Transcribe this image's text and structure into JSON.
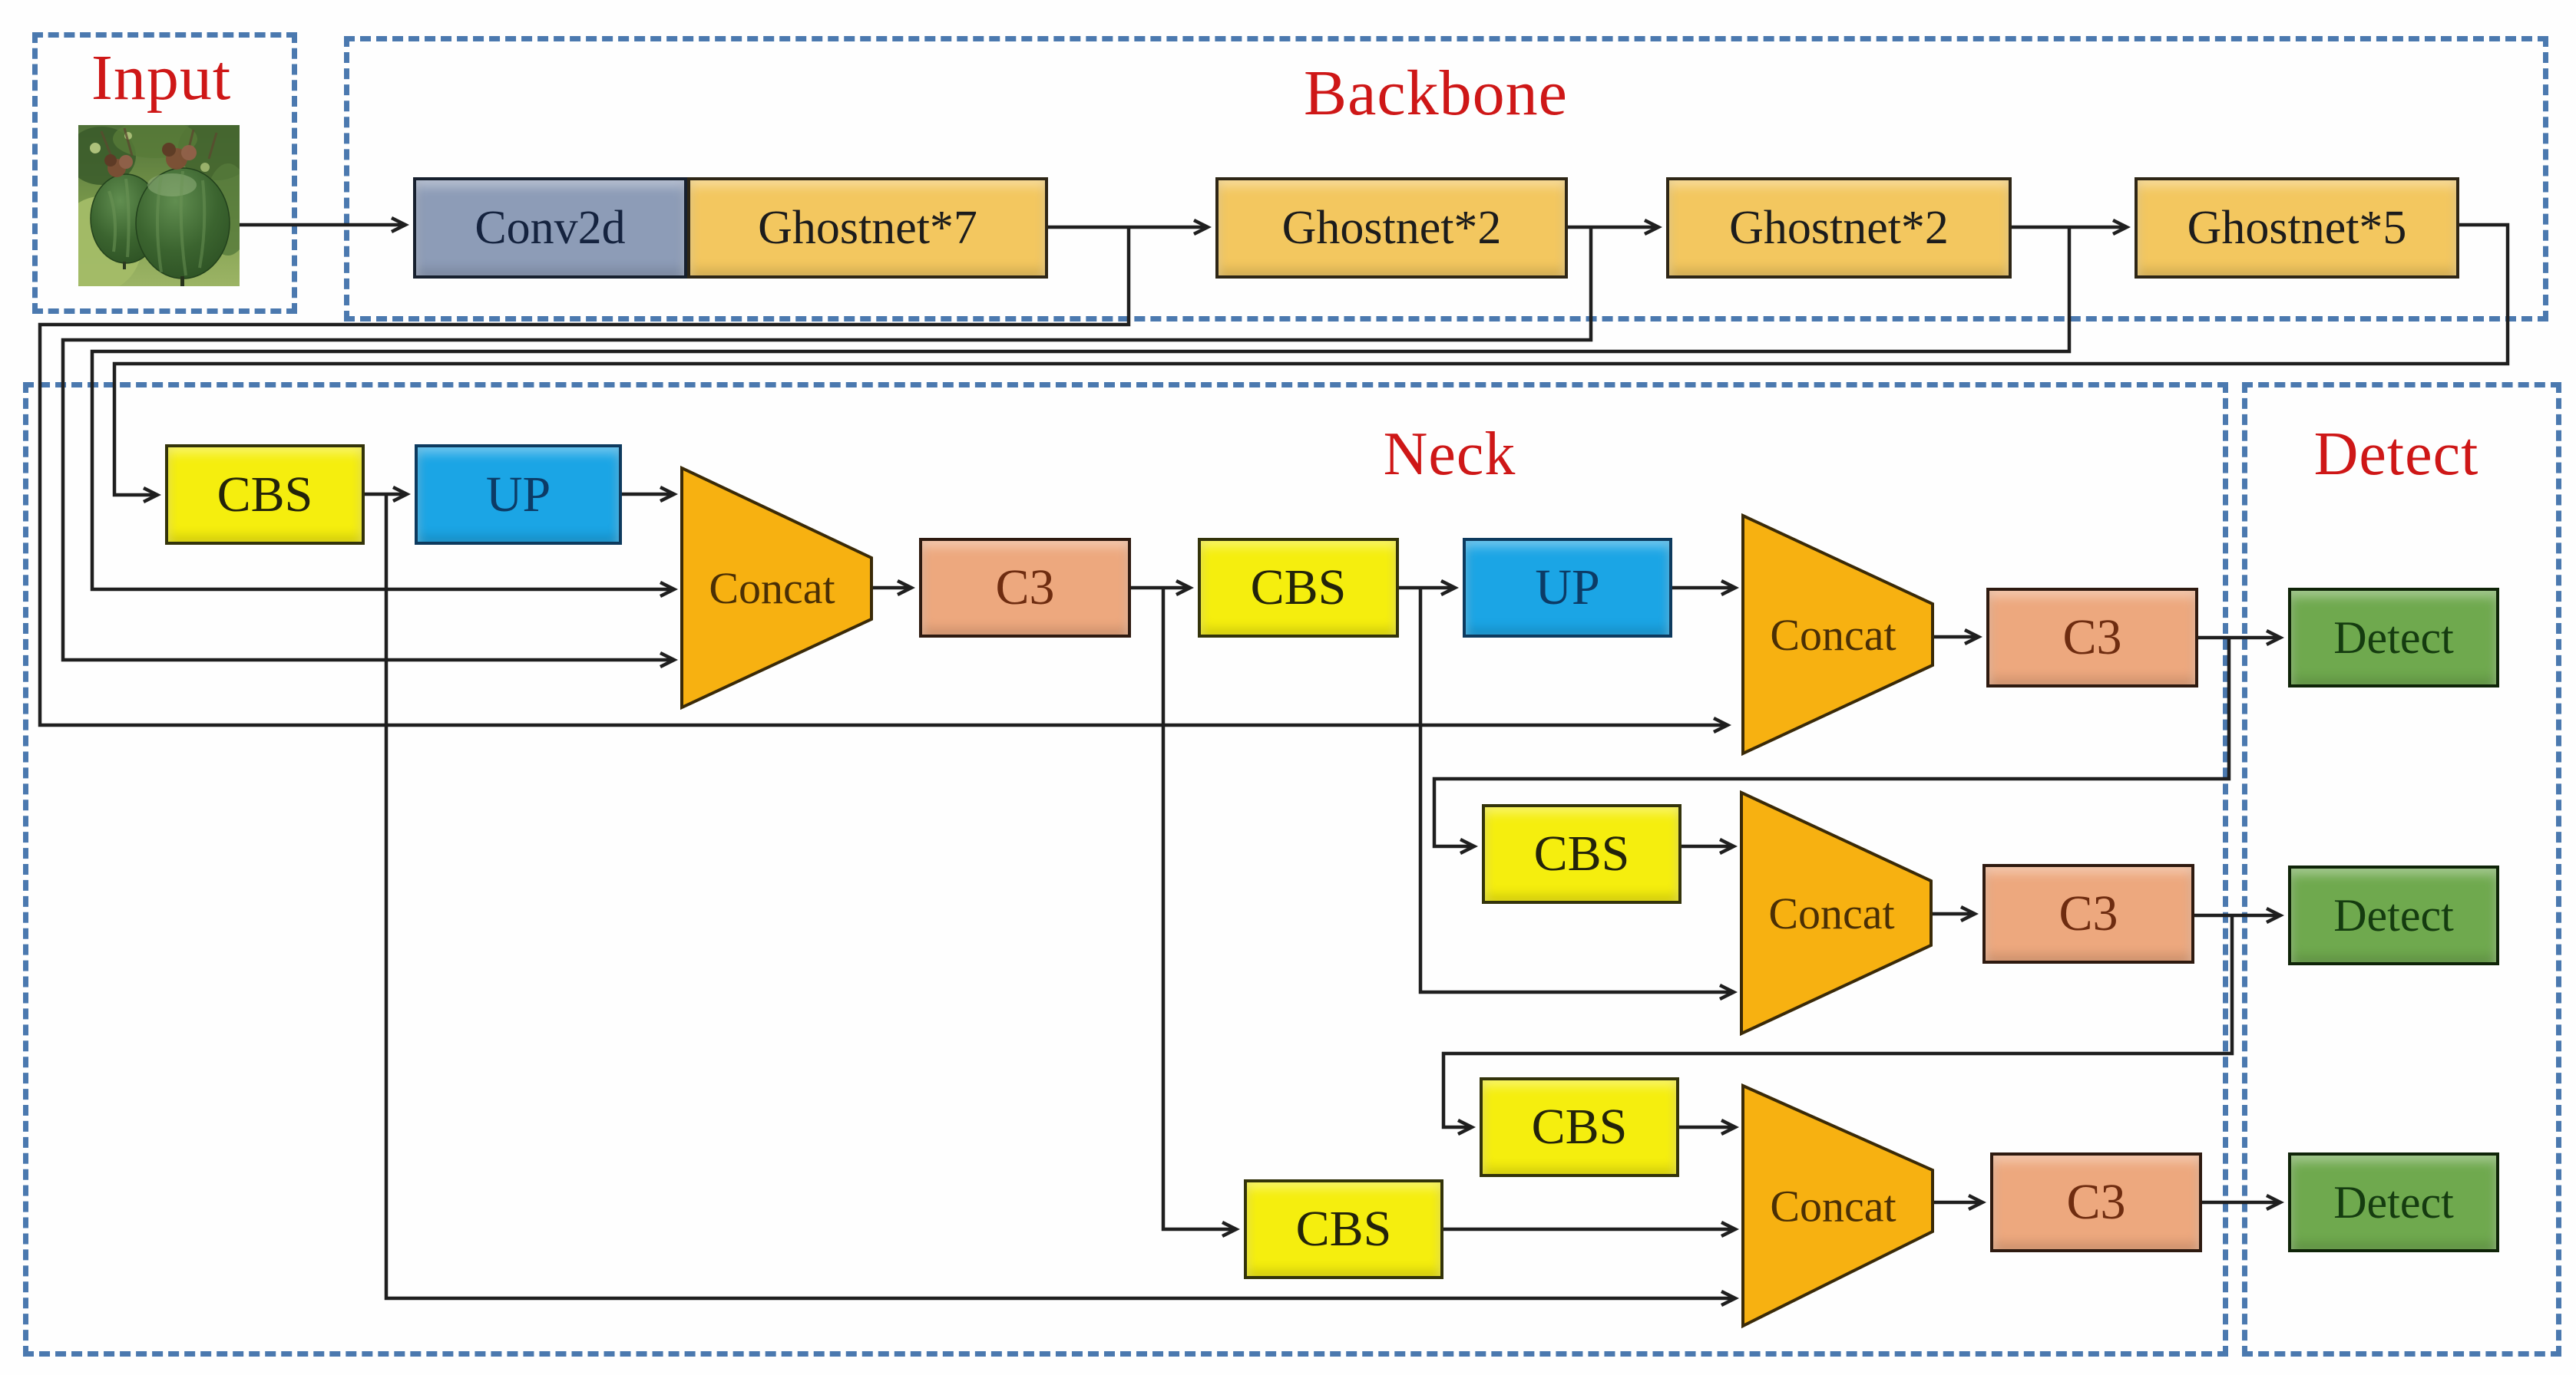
{
  "sections": {
    "input": {
      "label": "Input"
    },
    "backbone": {
      "label": "Backbone"
    },
    "neck": {
      "label": "Neck"
    },
    "detect": {
      "label": "Detect"
    }
  },
  "input_photo": {
    "alt": "green gourd fruits hanging on tree"
  },
  "nodes": [
    {
      "id": "conv2d",
      "label": "Conv2d",
      "kind": "conv"
    },
    {
      "id": "ghostnet7",
      "label": "Ghostnet*7",
      "kind": "ghost"
    },
    {
      "id": "ghostnet2a",
      "label": "Ghostnet*2",
      "kind": "ghost"
    },
    {
      "id": "ghostnet2b",
      "label": "Ghostnet*2",
      "kind": "ghost"
    },
    {
      "id": "ghostnet5",
      "label": "Ghostnet*5",
      "kind": "ghost"
    },
    {
      "id": "cbs1",
      "label": "CBS",
      "kind": "cbs"
    },
    {
      "id": "up1",
      "label": "UP",
      "kind": "up"
    },
    {
      "id": "concat1",
      "label": "Concat",
      "kind": "concat"
    },
    {
      "id": "c3_1",
      "label": "C3",
      "kind": "c3"
    },
    {
      "id": "cbs2",
      "label": "CBS",
      "kind": "cbs"
    },
    {
      "id": "up2",
      "label": "UP",
      "kind": "up"
    },
    {
      "id": "concat2",
      "label": "Concat",
      "kind": "concat"
    },
    {
      "id": "c3_2",
      "label": "C3",
      "kind": "c3"
    },
    {
      "id": "detect1",
      "label": "Detect",
      "kind": "detect"
    },
    {
      "id": "cbs3",
      "label": "CBS",
      "kind": "cbs"
    },
    {
      "id": "concat3",
      "label": "Concat",
      "kind": "concat"
    },
    {
      "id": "c3_3",
      "label": "C3",
      "kind": "c3"
    },
    {
      "id": "detect2",
      "label": "Detect",
      "kind": "detect"
    },
    {
      "id": "cbs4",
      "label": "CBS",
      "kind": "cbs"
    },
    {
      "id": "cbs5",
      "label": "CBS",
      "kind": "cbs"
    },
    {
      "id": "concat4",
      "label": "Concat",
      "kind": "concat"
    },
    {
      "id": "c3_4",
      "label": "C3",
      "kind": "c3"
    },
    {
      "id": "detect3",
      "label": "Detect",
      "kind": "detect"
    }
  ],
  "colors": {
    "conv_fill": "#8d9cb7",
    "conv_text": "#15233f",
    "ghost_fill": "#f3c75f",
    "ghost_text": "#1c1c1c",
    "cbs_fill": "#f5ee0e",
    "cbs_text": "#23230a",
    "up_fill": "#1ba5e5",
    "up_text": "#0c3b66",
    "concat_fill": "#f7b111",
    "concat_text": "#4a2f05",
    "c3_fill": "#eda87e",
    "c3_text": "#6e2c10",
    "detect_fill": "#6fa94e",
    "detect_text": "#153c10",
    "dashed_border": "#4b79af",
    "section_label": "#ce1717",
    "wire": "#1f1f1f"
  }
}
